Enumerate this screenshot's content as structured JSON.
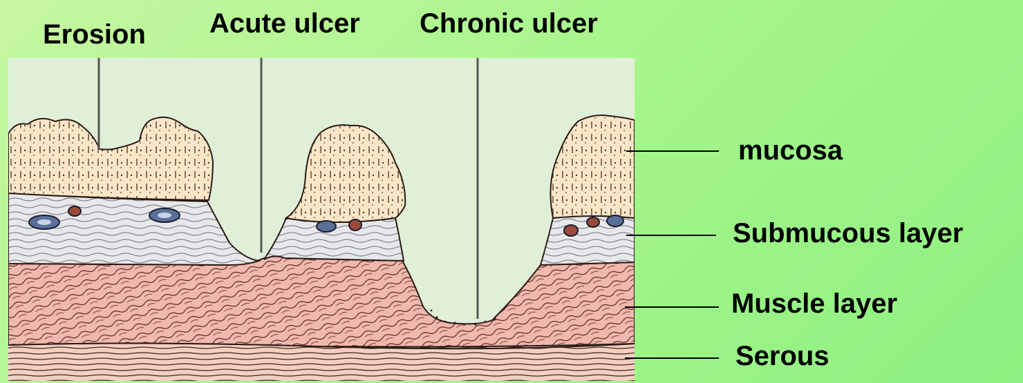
{
  "diagram": {
    "lesion_labels": {
      "erosion": "Erosion",
      "acute_ulcer": "Acute ulcer",
      "chronic_ulcer": "Chronic ulcer"
    },
    "layer_labels": {
      "mucosa": "mucosa",
      "submucosa": "Submucous layer",
      "muscle": "Muscle layer",
      "serous": "Serous"
    },
    "colors": {
      "background": "#a6f58c",
      "panel": "#e0f0d8",
      "mucosa": "#f9e6c6",
      "submucosa": "#e6e8ea",
      "muscle": "#f0b8ae",
      "serous": "#f4cfc0",
      "ink": "#2a1a14",
      "vessel_blue": "#5a6f9a",
      "vessel_red": "#9b4a3a"
    }
  }
}
